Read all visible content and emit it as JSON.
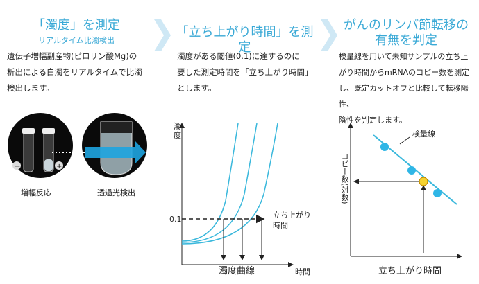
{
  "step1": {
    "title": "「濁度」を測定",
    "subtitle": "リアルタイム比濁検出",
    "body": [
      "遺伝子増幅副産物(ピロリン酸Mg)の",
      "析出による白濁をリアルタイムで比濁",
      "検出します。"
    ],
    "caption_left": "増幅反応",
    "caption_right": "透過光検出"
  },
  "step2": {
    "title": "「立ち上がり時間」を測定",
    "body": [
      "濁度がある閾値(0.1)に達するのに",
      "要した測定時間を「立ち上がり時間」",
      "とします。"
    ],
    "chart": {
      "y_label": "濁度",
      "threshold": "0.1",
      "annotation": [
        "立ち上がり",
        "時間"
      ],
      "caption": "濁度曲線",
      "x_label": "時間"
    }
  },
  "step3": {
    "title": [
      "がんのリンパ節転移の",
      "有無を判定"
    ],
    "body": [
      "検量線を用いて未知サンプルの立ち上",
      "がり時間からmRNAのコピー数を測定",
      "し、既定カットオフと比較して転移陽性、",
      "陰性を判定します。"
    ],
    "chart": {
      "line_label": "検量線",
      "y_label": "コピー数(対数)",
      "x_label": "立ち上がり時間"
    }
  },
  "colors": {
    "accent": "#3aa9d6",
    "arrow": "#cfe8f5",
    "marker": "#2fb6e6",
    "unknown": "#f5d330"
  }
}
